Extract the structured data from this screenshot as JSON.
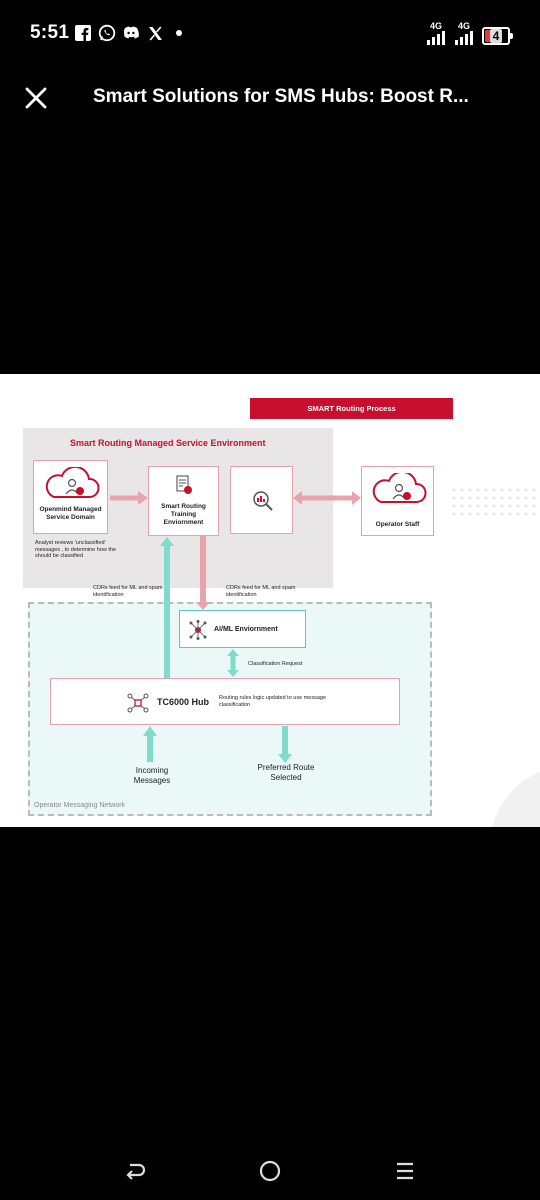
{
  "status_bar": {
    "time": "5:51",
    "notification_icons": [
      "facebook-icon",
      "whatsapp-icon",
      "discord-icon",
      "x-icon",
      "dot-icon"
    ],
    "network_1": "4G",
    "network_2": "4G",
    "battery_level": "4",
    "battery_color": "#e53935"
  },
  "header": {
    "title": "Smart Solutions for SMS Hubs: Boost R..."
  },
  "diagram": {
    "banner": "SMART Routing Process",
    "managed_env_title": "Smart Routing Managed Service Environment",
    "openmind_label": "Openmind Managed Service Domain",
    "analyst_note": "Analyst reviews 'unclassified' messages , to determine how the should be classified",
    "training_label": "Smart Routing Training Enviornment",
    "operator_staff": "Operator Staff",
    "cdr_left": "CDRs feed for ML and spam identification",
    "cdr_right": "CDRs feed for ML and spam identification",
    "aiml_label": "AI/ML Enviornment",
    "classification_request": "Classification Request",
    "hub_label": "TC6000 Hub",
    "routing_note": "Routing rules logic updated to use message classification",
    "incoming": "Incoming Messages",
    "preferred": "Preferred Route Selected",
    "network_label": "Operator Messaging Network",
    "brand_red": "#c8102e",
    "teal": "#7fdcca",
    "pink": "#e8a3ad"
  },
  "nav": {
    "back": "back-icon",
    "home": "home-icon",
    "recents": "recents-icon"
  }
}
